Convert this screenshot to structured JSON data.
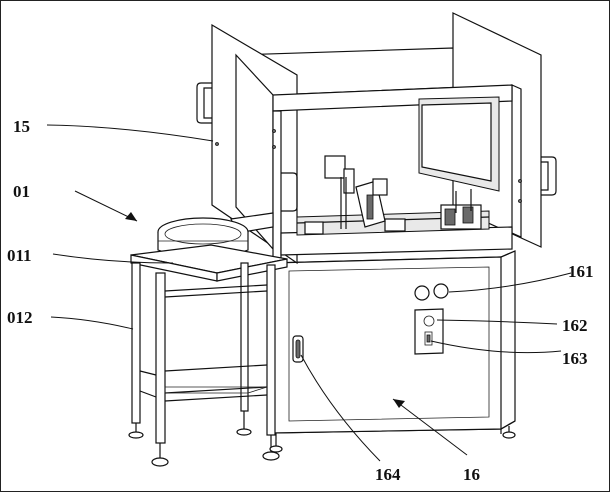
{
  "labels": {
    "l15": "15",
    "l01": "01",
    "l011": "011",
    "l012": "012",
    "l161": "161",
    "l162": "162",
    "l163": "163",
    "l164": "164",
    "l16": "16"
  }
}
